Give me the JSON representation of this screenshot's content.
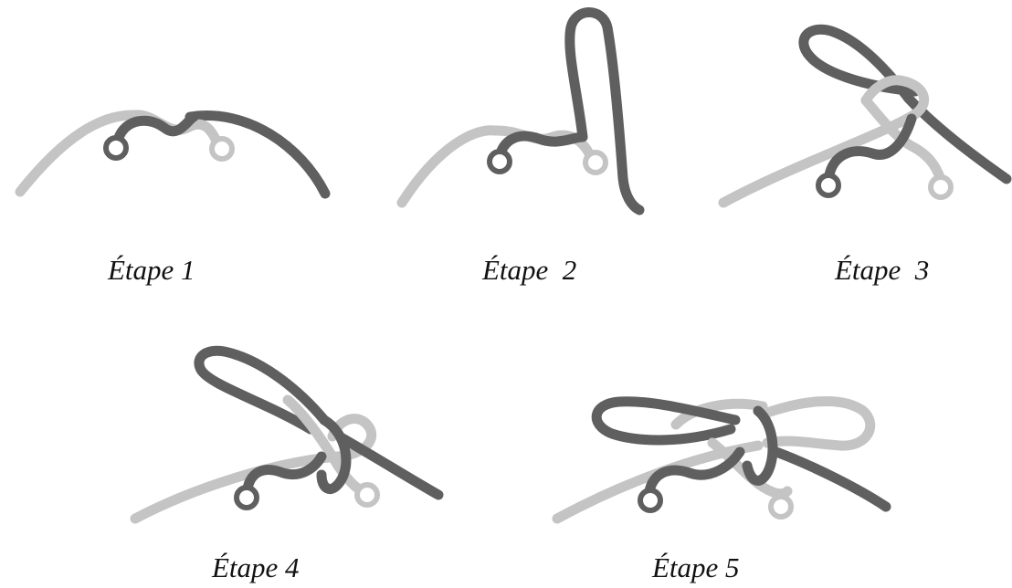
{
  "diagram": {
    "steps": [
      {
        "id": 1,
        "caption": "Étape 1"
      },
      {
        "id": 2,
        "caption": "Étape  2"
      },
      {
        "id": 3,
        "caption": "Étape  3"
      },
      {
        "id": 4,
        "caption": "Étape 4"
      },
      {
        "id": 5,
        "caption": "Étape 5"
      }
    ],
    "colors": {
      "dark_lace": "#5f5f5f",
      "light_lace": "#c4c4c4",
      "background": "#ffffff"
    }
  }
}
